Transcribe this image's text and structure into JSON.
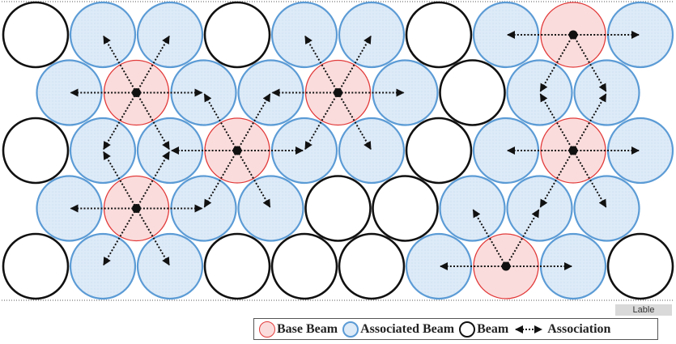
{
  "legend": {
    "tag": "Lable",
    "items": [
      {
        "key": "base",
        "label": "Base Beam"
      },
      {
        "key": "associated",
        "label": "Associated Beam"
      },
      {
        "key": "beam",
        "label": "Beam"
      },
      {
        "key": "association",
        "label": "Association"
      }
    ]
  },
  "colors": {
    "base_fill": "#fbdcdc",
    "base_stroke": "#e23b3b",
    "associated_fill": "#ddeaf7",
    "associated_stroke": "#5b9bd5",
    "beam_fill": "#ffffff",
    "beam_stroke": "#111111",
    "arrow": "#111111"
  },
  "grid": {
    "rows": [
      [
        "beam",
        "associated",
        "associated",
        "beam",
        "associated",
        "associated",
        "beam",
        "associated",
        "base",
        "associated"
      ],
      [
        "associated",
        "base",
        "associated",
        "associated",
        "base",
        "associated",
        "beam",
        "associated",
        "associated"
      ],
      [
        "beam",
        "associated",
        "associated",
        "base",
        "associated",
        "associated",
        "beam",
        "associated",
        "base",
        "associated"
      ],
      [
        "associated",
        "base",
        "associated",
        "associated",
        "beam",
        "beam",
        "associated",
        "associated",
        "associated"
      ],
      [
        "beam",
        "associated",
        "associated",
        "beam",
        "beam",
        "beam",
        "associated",
        "base",
        "associated",
        "beam"
      ]
    ]
  },
  "associations": [
    {
      "base": [
        1,
        1
      ],
      "targets": [
        [
          0,
          1
        ],
        [
          0,
          2
        ],
        [
          1,
          0
        ],
        [
          1,
          2
        ],
        [
          2,
          1
        ],
        [
          2,
          2
        ]
      ]
    },
    {
      "base": [
        1,
        4
      ],
      "targets": [
        [
          0,
          4
        ],
        [
          0,
          5
        ],
        [
          1,
          3
        ],
        [
          1,
          5
        ],
        [
          2,
          4
        ],
        [
          2,
          5
        ]
      ]
    },
    {
      "base": [
        2,
        3
      ],
      "targets": [
        [
          1,
          2
        ],
        [
          1,
          3
        ],
        [
          2,
          2
        ],
        [
          2,
          4
        ],
        [
          3,
          2
        ],
        [
          3,
          3
        ]
      ]
    },
    {
      "base": [
        3,
        1
      ],
      "targets": [
        [
          2,
          1
        ],
        [
          2,
          2
        ],
        [
          3,
          0
        ],
        [
          3,
          2
        ],
        [
          4,
          1
        ],
        [
          4,
          2
        ]
      ]
    },
    {
      "base": [
        0,
        8
      ],
      "targets": [
        [
          0,
          7
        ],
        [
          0,
          9
        ],
        [
          1,
          7
        ],
        [
          1,
          8
        ]
      ]
    },
    {
      "base": [
        2,
        8
      ],
      "targets": [
        [
          1,
          7
        ],
        [
          1,
          8
        ],
        [
          2,
          7
        ],
        [
          2,
          9
        ],
        [
          3,
          7
        ],
        [
          3,
          8
        ]
      ]
    },
    {
      "base": [
        4,
        7
      ],
      "targets": [
        [
          3,
          6
        ],
        [
          3,
          7
        ],
        [
          4,
          6
        ],
        [
          4,
          8
        ]
      ]
    }
  ]
}
